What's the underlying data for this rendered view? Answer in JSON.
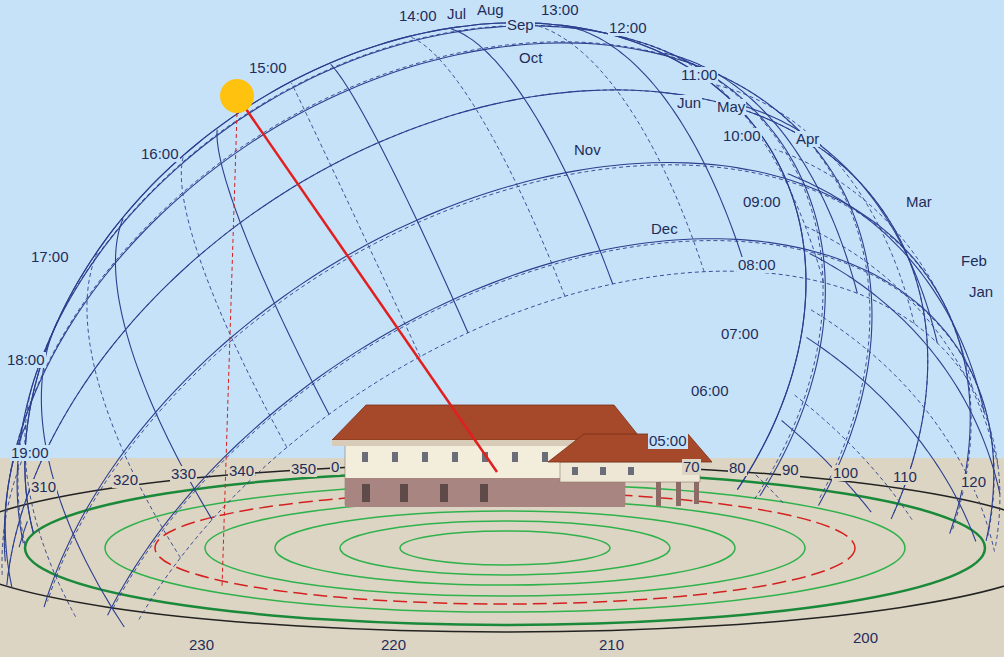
{
  "diagram": {
    "labels": [
      "14:00",
      "Jul",
      "Aug",
      "13:00",
      "Sep",
      "12:00",
      "Oct",
      "15:00",
      "11:00",
      "Jun",
      "May",
      "10:00",
      "Apr",
      "Nov",
      "16:00",
      "09:00",
      "Mar",
      "Dec",
      "17:00",
      "Feb",
      "08:00",
      "Jan",
      "07:00",
      "18:00",
      "06:00",
      "05:00",
      "19:00",
      "310",
      "320",
      "330",
      "340",
      "350",
      "0",
      "70",
      "80",
      "90",
      "100",
      "110",
      "120",
      "230",
      "220",
      "210",
      "200"
    ]
  }
}
